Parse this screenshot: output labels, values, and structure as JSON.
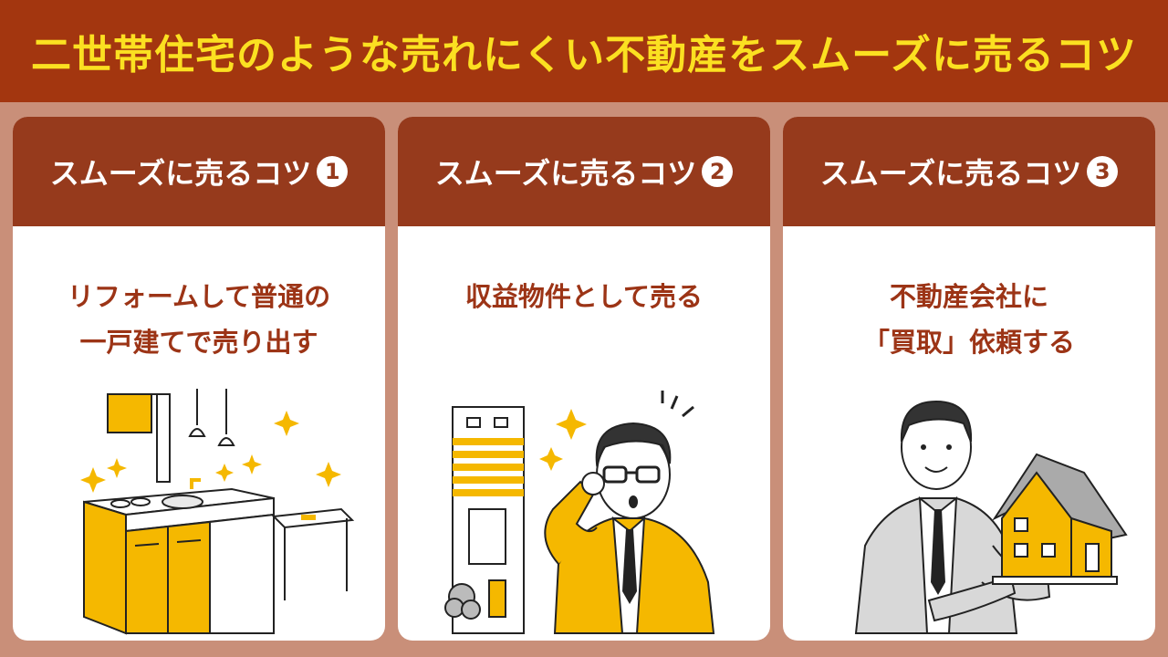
{
  "title": "二世帯住宅のような売れにくい不動産をスムーズに売るコツ",
  "colors": {
    "banner_bg": "#a3360f",
    "title_text": "#fbe021",
    "card_header": "#963a1c",
    "accent_text": "#9c3416",
    "page_bg": "#c98f79",
    "illustration_yellow": "#f5b800"
  },
  "cards": [
    {
      "header": "スムーズに売るコツ",
      "number": "1",
      "lines": [
        "リフォームして普通の",
        "一戸建てで売り出す"
      ],
      "illustration": "kitchen-icon"
    },
    {
      "header": "スムーズに売るコツ",
      "number": "2",
      "lines": [
        "収益物件として売る"
      ],
      "illustration": "surprised-businessman-icon"
    },
    {
      "header": "スムーズに売るコツ",
      "number": "3",
      "lines": [
        "不動産会社に",
        "「買取」依頼する"
      ],
      "illustration": "businessman-holding-house-icon"
    }
  ]
}
